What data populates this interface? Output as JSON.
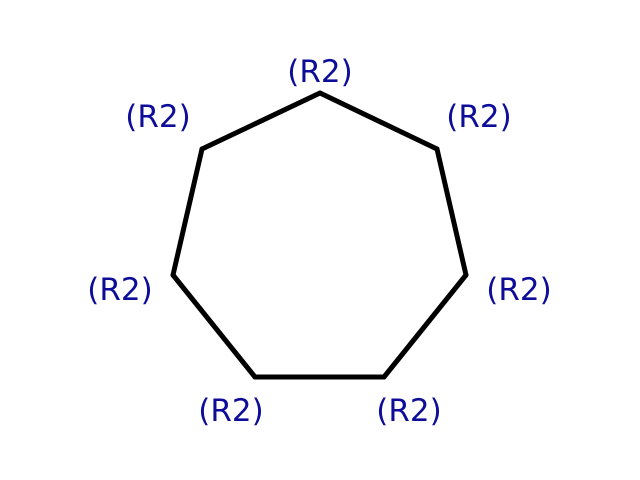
{
  "molecule": {
    "bond_color": "#000000",
    "label_color": "#0d0d99",
    "ring_size": 7,
    "bonds": [
      [
        0,
        1
      ],
      [
        1,
        2
      ],
      [
        2,
        3
      ],
      [
        3,
        4
      ],
      [
        4,
        5
      ],
      [
        5,
        6
      ],
      [
        6,
        0
      ]
    ],
    "substituents": [
      {
        "label": "(R2)"
      },
      {
        "label": "(R2)"
      },
      {
        "label": "(R2)"
      },
      {
        "label": "(R2)"
      },
      {
        "label": "(R2)"
      },
      {
        "label": "(R2)"
      },
      {
        "label": "(R2)"
      }
    ]
  }
}
